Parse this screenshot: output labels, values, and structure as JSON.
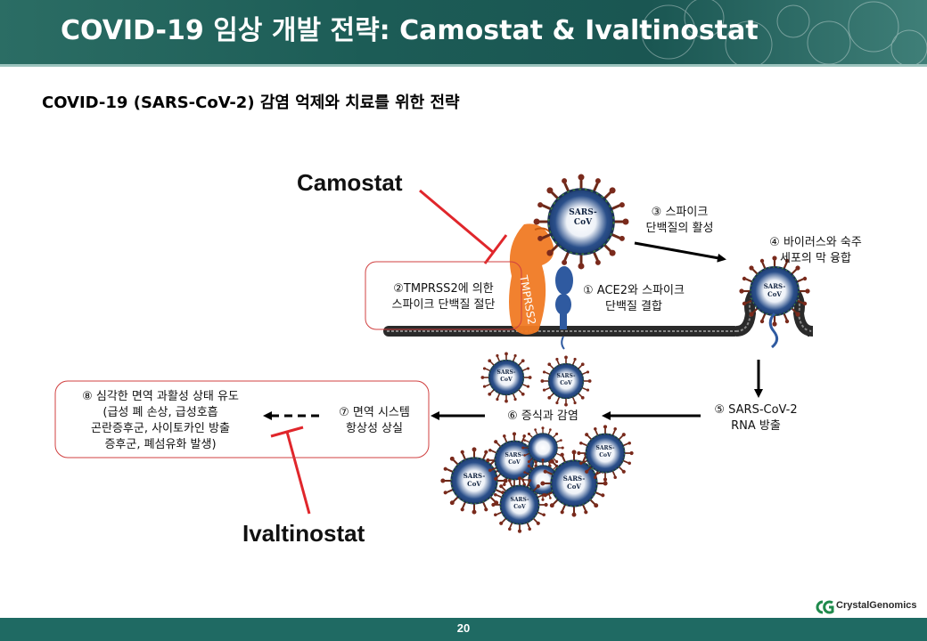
{
  "slide": {
    "title": "COVID-19 임상 개발 전략: Camostat & Ivaltinostat",
    "subtitle": "COVID-19 (SARS-CoV-2) 감염 억제와 치료를 위한 전략",
    "page_number": "20",
    "brand": "CrystalGenomics"
  },
  "drugs": {
    "camostat": "Camostat",
    "ivaltinostat": "Ivaltinostat"
  },
  "virus_label": [
    "SARS-",
    "CoV"
  ],
  "tmprss2_label": "TMPRSS2",
  "steps": {
    "s1": [
      "① ACE2와 스파이크",
      "단백질 결합"
    ],
    "s2": [
      "②TMPRSS2에 의한",
      "스파이크 단백질 절단"
    ],
    "s3": [
      "③ 스파이크",
      "단백질의 활성"
    ],
    "s4": [
      "④ 바이러스와 숙주",
      "세포의 막 융합"
    ],
    "s5": [
      "⑤ SARS-CoV-2",
      "RNA 방출"
    ],
    "s6": "⑥   증식과 감염",
    "s7": [
      "⑦  면역 시스템",
      "항상성 상실"
    ],
    "s8": [
      "⑧  심각한 면역 과활성 상태 유도",
      "(급성 폐 손상, 급성호흡",
      "곤란증후군, 사이토카인 방출",
      "증후군, 폐섬유화 발생)"
    ]
  },
  "colors": {
    "header": "#1c5c56",
    "footer": "#1f6a63",
    "inhibit": "#e0262b",
    "box_border": "#d04040",
    "tmprss2": "#f07a24",
    "ace2": "#2f5aa0",
    "virus_core": "#1f3f75"
  }
}
